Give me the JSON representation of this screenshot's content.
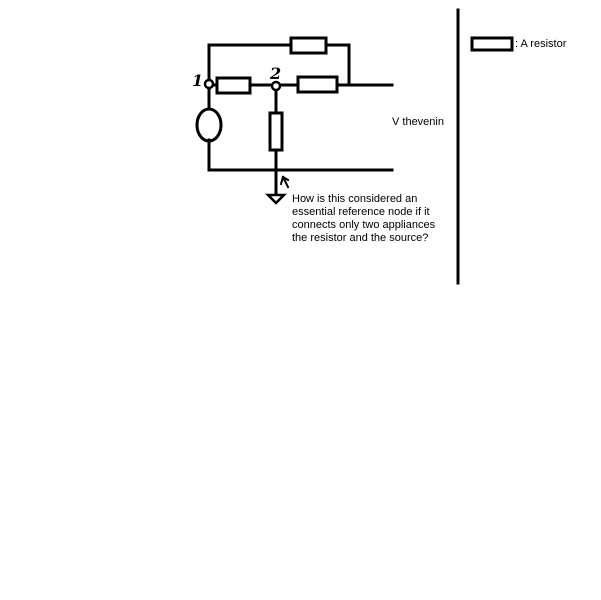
{
  "node_labels": {
    "node1": "1",
    "node2": "2"
  },
  "output_label": "V thevenin",
  "annotation": {
    "lines": [
      "How is this considered an",
      "essential reference node if it",
      "connects only two appliances",
      "the resistor and the source?"
    ]
  },
  "legend": {
    "resistor_symbol": "resistor-icon",
    "resistor_text": ": A resistor"
  },
  "colors": {
    "ink": "#000000",
    "background": "#ffffff"
  }
}
